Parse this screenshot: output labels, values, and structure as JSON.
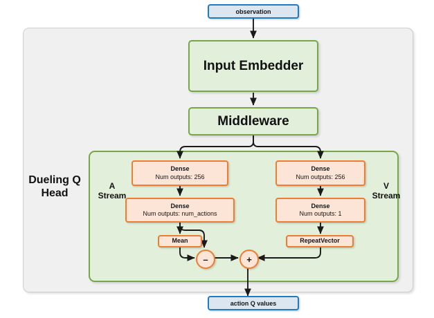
{
  "diagram": {
    "title": "Dueling Q Head network architecture",
    "colors": {
      "io_border": "#1f7ac4",
      "io_fill": "#dce6f1",
      "module_border": "#76a747",
      "module_fill": "#e2efda",
      "layer_border": "#ed7d31",
      "layer_fill": "#fce4d6",
      "container_fill": "#f0f0f0",
      "arrow": "#1a1a1a"
    }
  },
  "io": {
    "input_label": "observation",
    "output_label": "action Q values"
  },
  "modules": {
    "input_embedder": "Input Embedder",
    "middleware": "Middleware"
  },
  "group": {
    "head_label_line1": "Dueling Q",
    "head_label_line2": "Head",
    "a_stream_line1": "A",
    "a_stream_line2": "Stream",
    "v_stream_line1": "V",
    "v_stream_line2": "Stream"
  },
  "a_stream": {
    "dense1": {
      "title": "Dense",
      "subtitle": "Num outputs: 256"
    },
    "dense2": {
      "title": "Dense",
      "subtitle": "Num outputs: num_actions"
    },
    "mean": {
      "title": "Mean"
    }
  },
  "v_stream": {
    "dense1": {
      "title": "Dense",
      "subtitle": "Num outputs: 256"
    },
    "dense2": {
      "title": "Dense",
      "subtitle": "Num outputs: 1"
    },
    "repeat_vector": {
      "title": "RepeatVector"
    }
  },
  "operators": {
    "subtract": "–",
    "add": "+"
  }
}
